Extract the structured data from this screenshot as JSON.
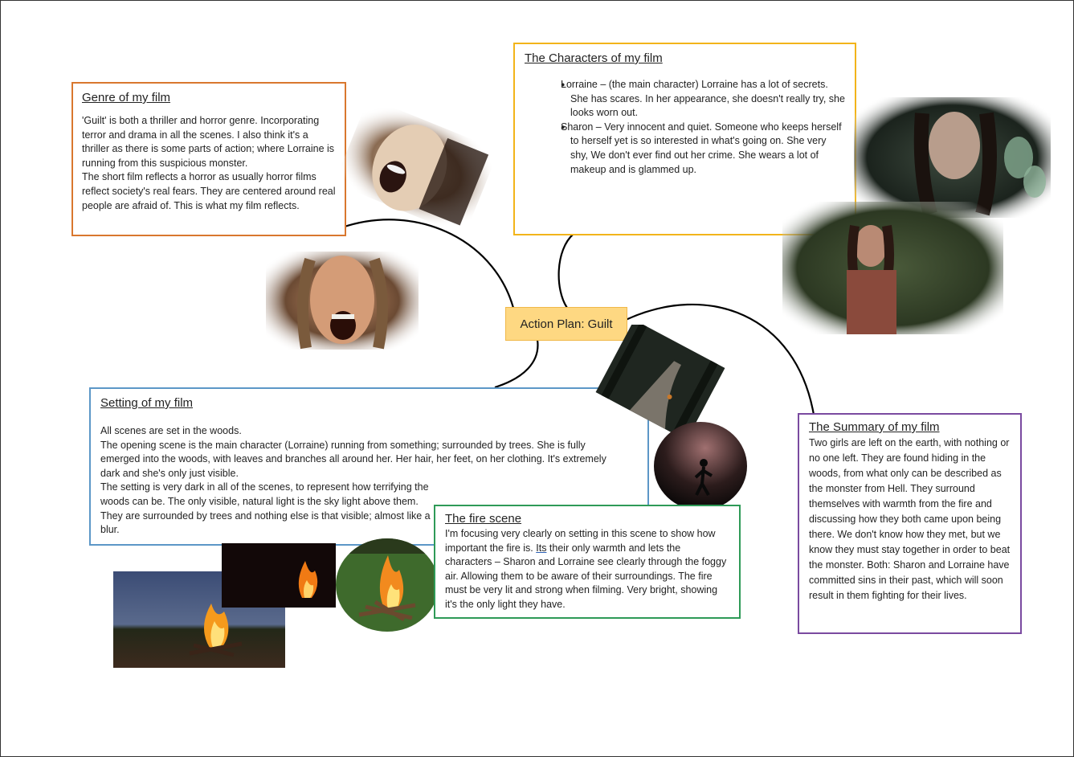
{
  "center": {
    "label": "Action Plan: Guilt"
  },
  "genre": {
    "title": "Genre of my film",
    "paragraphs": [
      "'Guilt' is both a thriller and horror genre. Incorporating terror and drama in all the scenes. I also think it's a thriller as there is some parts of action; where Lorraine is running from this suspicious monster.",
      "The short film reflects a horror as usually horror films reflect society's real fears. They are centered around real people are afraid of. This is what my film reflects."
    ]
  },
  "characters": {
    "title": "The Characters of my film",
    "items": [
      "Lorraine – (the main character) Lorraine has a lot of secrets. She has scares. In her appearance, she doesn't really try, she looks worn out.",
      "Sharon – Very innocent and quiet. Someone who keeps herself to herself yet is so interested in what's going on.  She very shy, We don't ever find out her crime. She wears a lot of makeup and is glammed up."
    ]
  },
  "setting": {
    "title": "Setting of my film",
    "paragraphs": [
      "All scenes are set in the woods.",
      "The opening scene is the main character (Lorraine) running from something; surrounded by trees. She is fully emerged into the woods, with leaves and branches all around her. Her hair, her feet, on her clothing. It's extremely dark and she's only just visible.",
      "The setting is very dark in all of the scenes, to represent how terrifying the woods can be. The only visible, natural light is the sky light above  them. They are surrounded by trees and nothing else is that visible; almost like a blur."
    ]
  },
  "fire": {
    "title": "The fire scene",
    "text_before": "I'm focusing very clearly on setting in this scene to show how important the fire is. ",
    "text_marked": "Its",
    "text_after": " their only warmth and lets the characters – Sharon and Lorraine see clearly through the foggy air. Allowing them to be aware of their surroundings. The fire must be very lit and strong when filming. Very bright, showing it's the only light they have."
  },
  "summary": {
    "title": "The Summary of my film",
    "text": "Two girls are left on the earth, with nothing or no one left. They are found hiding in the woods, from what only can be described as the monster from Hell. They surround themselves with warmth from the fire and discussing how they both came upon being there. We don't know how they met, but we know they must stay together in order to beat the monster. Both: Sharon and Lorraine have committed sins in their past, which will soon result in them fighting for their lives."
  },
  "colors": {
    "genre_border": "#d9772e",
    "characters_border": "#f2b41a",
    "setting_border": "#5c97c7",
    "fire_border": "#2e9a57",
    "summary_border": "#7a4aa0",
    "center_fill": "#fed882"
  },
  "images": [
    "screaming-woman-photo",
    "screaming-woman-closeup-photo",
    "woman-in-woods-photo",
    "woman-in-forest-photo",
    "dark-forest-path-photo",
    "running-figure-photo",
    "campfire-dusk-photo",
    "campfire-night-photo",
    "campfire-grass-photo"
  ]
}
